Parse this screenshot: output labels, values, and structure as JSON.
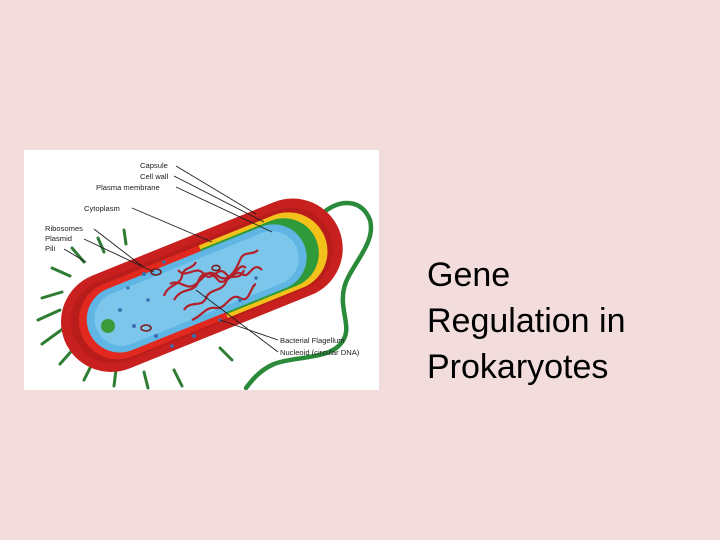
{
  "slide": {
    "title_lines": [
      "Gene",
      "Regulation in",
      "Prokaryotes"
    ]
  },
  "figure": {
    "labels": {
      "capsule": "Capsule",
      "cell_wall": "Cell wall",
      "plasma_membrane": "Plasma membrane",
      "cytoplasm": "Cytoplasm",
      "ribosomes": "Ribosomes",
      "plasmid": "Plasmid",
      "pili": "Pili",
      "flagellum": "Bacterial Flagellum",
      "nucleoid": "Nucleoid (circular DNA)"
    },
    "colors": {
      "capsule": "#c8201e",
      "cell_wall": "#f2c21a",
      "membrane": "#2e9a3a",
      "cytoplasm": "#5fb6e4",
      "nucleoid": "#b3202a",
      "flagellum": "#2b8a3a",
      "pili": "#2f7d32"
    }
  }
}
